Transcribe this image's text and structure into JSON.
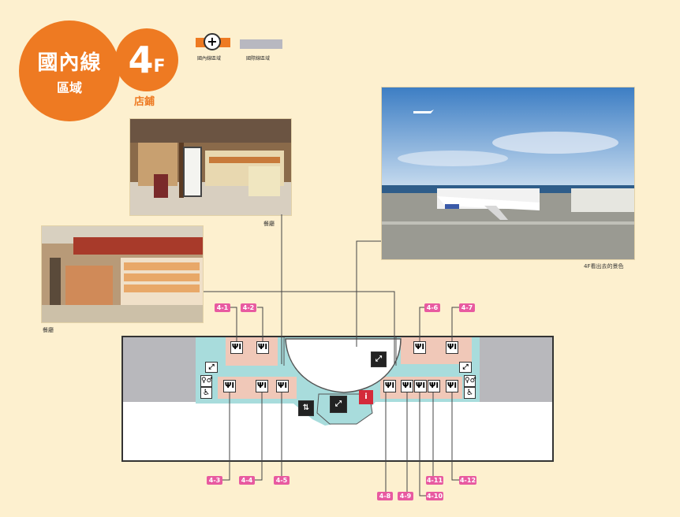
{
  "header": {
    "zone_big": "國內線",
    "zone_small": "區域",
    "floor": "4",
    "floor_f": "F",
    "floor_label": "店鋪"
  },
  "legend": {
    "domestic": "國內線區域",
    "international": "國際線區域"
  },
  "photos": {
    "restaurant_caption_1": "餐廳",
    "restaurant_caption_2": "餐廳",
    "view_caption": "4F看出去的景色"
  },
  "shops": [
    "4-1",
    "4-2",
    "4-3",
    "4-4",
    "4-5",
    "4-6",
    "4-7",
    "4-8",
    "4-9",
    "4-10",
    "4-11",
    "4-12"
  ],
  "icons": {
    "restaurant": "restaurant-icon",
    "escalator": "escalator-icon",
    "elevator": "elevator-icon",
    "restroom": "restroom-icon",
    "accessible": "wheelchair-icon",
    "info": "information-icon"
  },
  "colors": {
    "background": "#fdf0cf",
    "orange": "#ee7a22",
    "pink_tag": "#e85aa0",
    "domestic_area": "#a8dcdc",
    "shop_area": "#f0c8b8",
    "international_area": "#b8b8b8"
  }
}
